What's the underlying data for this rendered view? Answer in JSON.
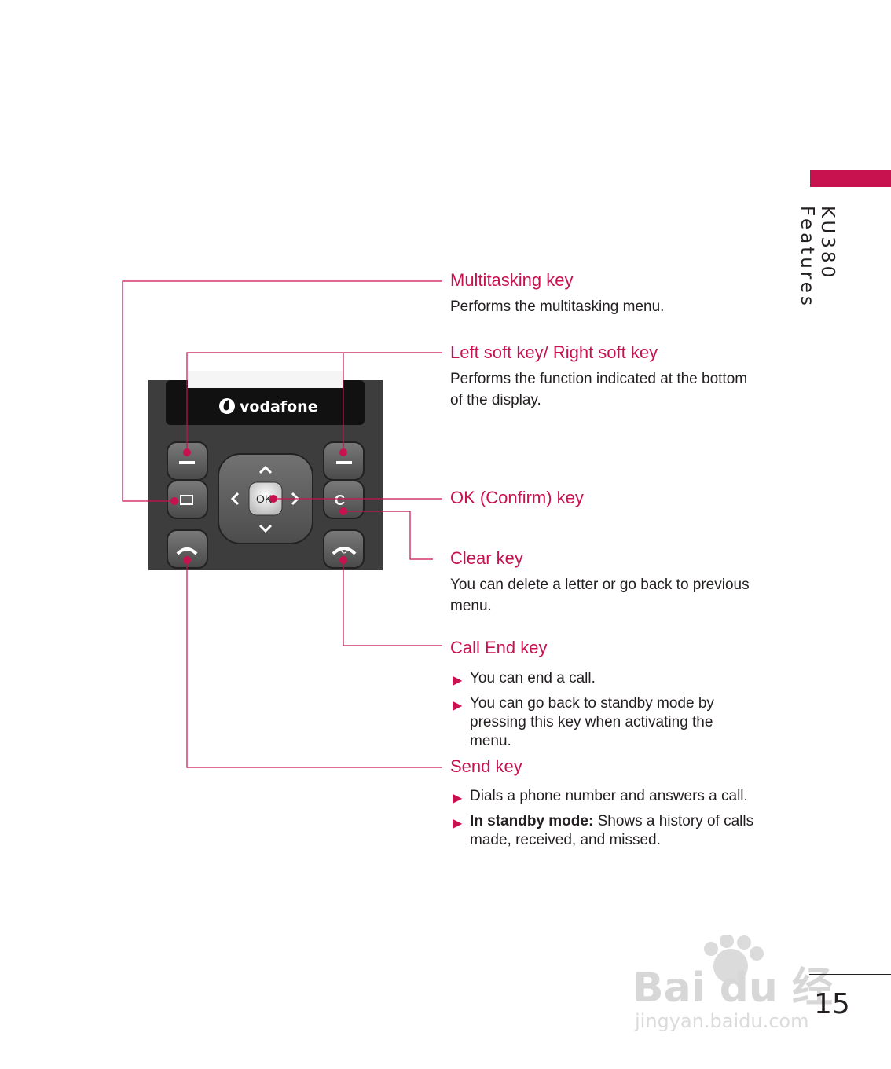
{
  "sidebar": {
    "section_title": "KU380 Features"
  },
  "phone": {
    "brand": "vodafone",
    "ok_label": "OK"
  },
  "features": {
    "multitasking": {
      "title": "Multitasking key",
      "desc": "Performs the multitasking menu."
    },
    "soft_keys": {
      "title": "Left soft key/ Right soft key",
      "desc": "Performs the function indicated at the bottom of the display."
    },
    "ok_key": {
      "title": "OK (Confirm) key"
    },
    "clear_key": {
      "title": "Clear key",
      "desc": "You can delete a letter or go back to previous menu."
    },
    "call_end": {
      "title": "Call End key",
      "bullets": [
        "You can end a call.",
        "You can go back to standby mode by pressing this key when activating the menu."
      ]
    },
    "send": {
      "title": "Send key",
      "bullets": [
        "Dials a phone number and answers a call.",
        "made, received, and missed."
      ],
      "standby_label": "In standby mode:",
      "standby_text": "Shows a history of calls"
    }
  },
  "page_number": "15",
  "watermark": {
    "text": "Bai du 经验",
    "url_text": "jingyan.baidu.com"
  },
  "colors": {
    "accent": "#c8124f",
    "text": "#231f20"
  }
}
